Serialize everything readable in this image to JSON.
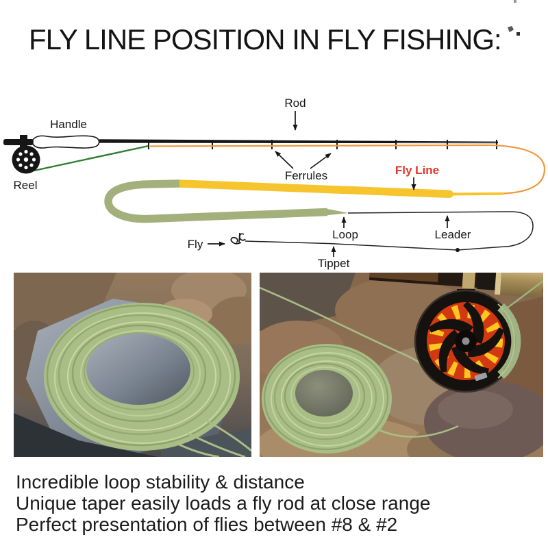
{
  "title": "FLY LINE POSITION IN FLY FISHING:",
  "diagram": {
    "labels": {
      "rod": "Rod",
      "handle": "Handle",
      "reel": "Reel",
      "ferrules": "Ferrules",
      "fly_line": "Fly Line",
      "loop": "Loop",
      "leader": "Leader",
      "tippet": "Tippet",
      "fly": "Fly"
    },
    "colors": {
      "rod_black": "#161616",
      "backing_green": "#2e7d32",
      "running_line_orange": "#f0973a",
      "fly_line_head_yellow": "#f6c52e",
      "fly_line_rear_sage": "#a3b07c",
      "leader_black": "#222222",
      "fly_line_label_red": "#e5342a"
    }
  },
  "photos": {
    "left": {
      "name": "sage-fly-line-coil-on-gray-rock-photo"
    },
    "right": {
      "name": "fly-reel-and-sage-line-coil-on-rocks-photo"
    },
    "fly_line_color": "#a9bd86",
    "reel_backing_red": "#d23911",
    "reel_backing_yellow": "#ffc71f"
  },
  "footer": {
    "lines": [
      "Incredible loop stability & distance",
      "Unique taper easily loads a fly rod at close range",
      "Perfect presentation of flies between #8 & #2"
    ]
  }
}
